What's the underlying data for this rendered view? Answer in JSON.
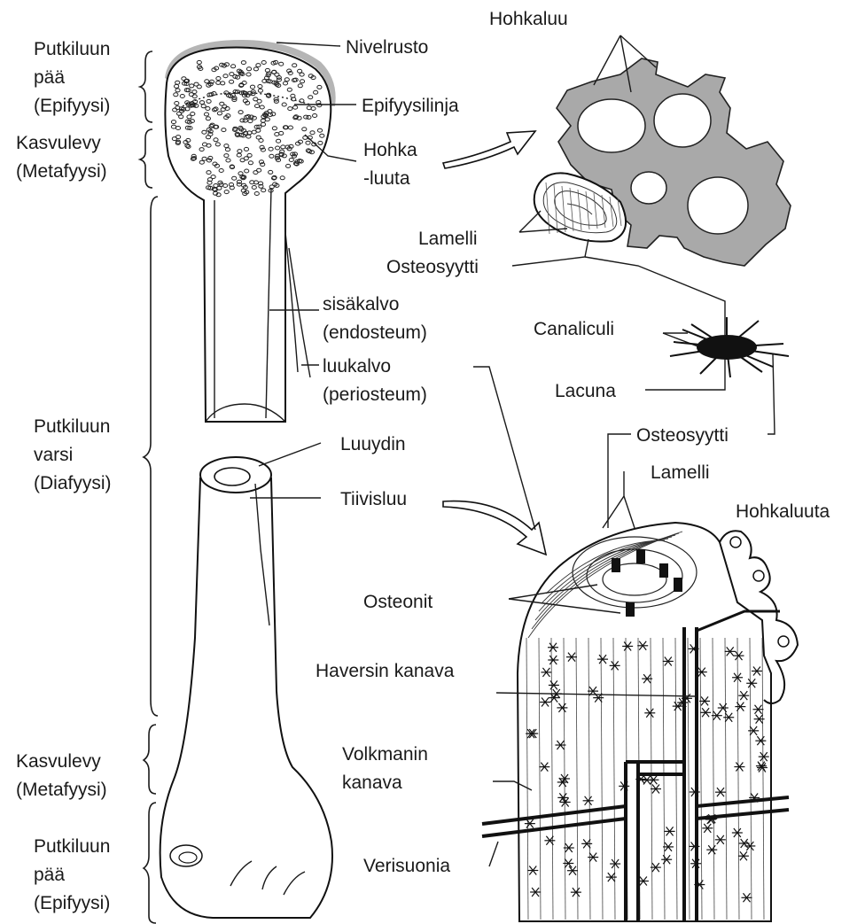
{
  "left_labels": [
    {
      "lines": [
        "Putkiluun",
        "pää",
        "(Epifyysi)"
      ]
    },
    {
      "lines": [
        "Kasvulevy",
        "(Metafyysi)"
      ]
    },
    {
      "lines": [
        "Putkiluun",
        "varsi",
        "(Diafyysi)"
      ]
    },
    {
      "lines": [
        "Kasvulevy",
        "(Metafyysi)"
      ]
    },
    {
      "lines": [
        "Putkiluun",
        "pää",
        "(Epifyysi)"
      ]
    }
  ],
  "labels": {
    "nivelrusto": "Nivelrusto",
    "epifyysilinja": "Epifyysilinja",
    "hohka_1": "Hohka",
    "hohka_2": "-luuta",
    "sisakalvo_1": "sisäkalvo",
    "sisakalvo_2": "(endosteum)",
    "luukalvo_1": "luukalvo",
    "luukalvo_2": "(periosteum)",
    "luuydin": "Luuydin",
    "tiivisluu": "Tiivisluu",
    "hohkaluu": "Hohkaluu",
    "lamelli_top": "Lamelli",
    "osteosyytti_top": "Osteosyytti",
    "canaliculi": "Canaliculi",
    "lacuna": "Lacuna",
    "osteosyytti_mid": "Osteosyytti",
    "lamelli_mid": "Lamelli",
    "hohkaluuta": "Hohkaluuta",
    "osteonit": "Osteonit",
    "haversin": "Haversin kanava",
    "volkmanin_1": "Volkmanin",
    "volkmanin_2": "kanava",
    "verisuonia": "Verisuonia"
  },
  "colors": {
    "ink": "#1a1a1a",
    "spongy_fill": "#a9a9a9",
    "cartilage": "#b5b5b5",
    "vessel": "#1a1a1a"
  }
}
